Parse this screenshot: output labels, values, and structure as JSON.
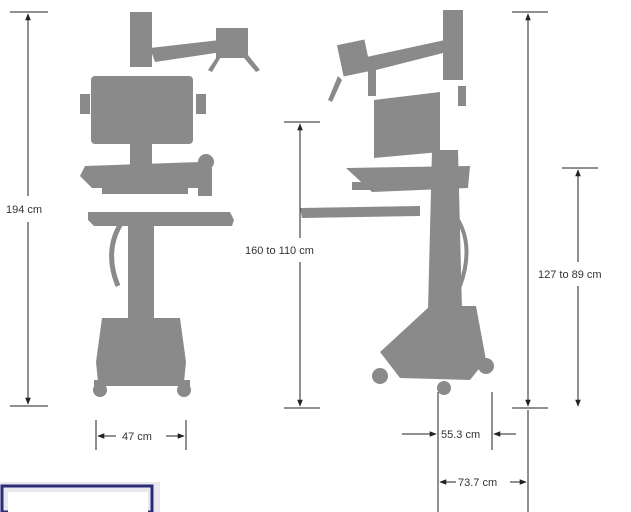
{
  "figure": {
    "colors": {
      "silhouette": "#8a8a8a",
      "line": "#222222",
      "text": "#333333",
      "frame": "#2b2b7a"
    },
    "front_view": {
      "height_label": "194 cm",
      "width_label": "47 cm"
    },
    "side_view": {
      "keyboard_range_label": "160 to 110 cm",
      "worksurface_range_label": "127 to 89 cm",
      "base_depth_label": "55.3 cm",
      "overall_depth_label": "73.7 cm"
    }
  }
}
